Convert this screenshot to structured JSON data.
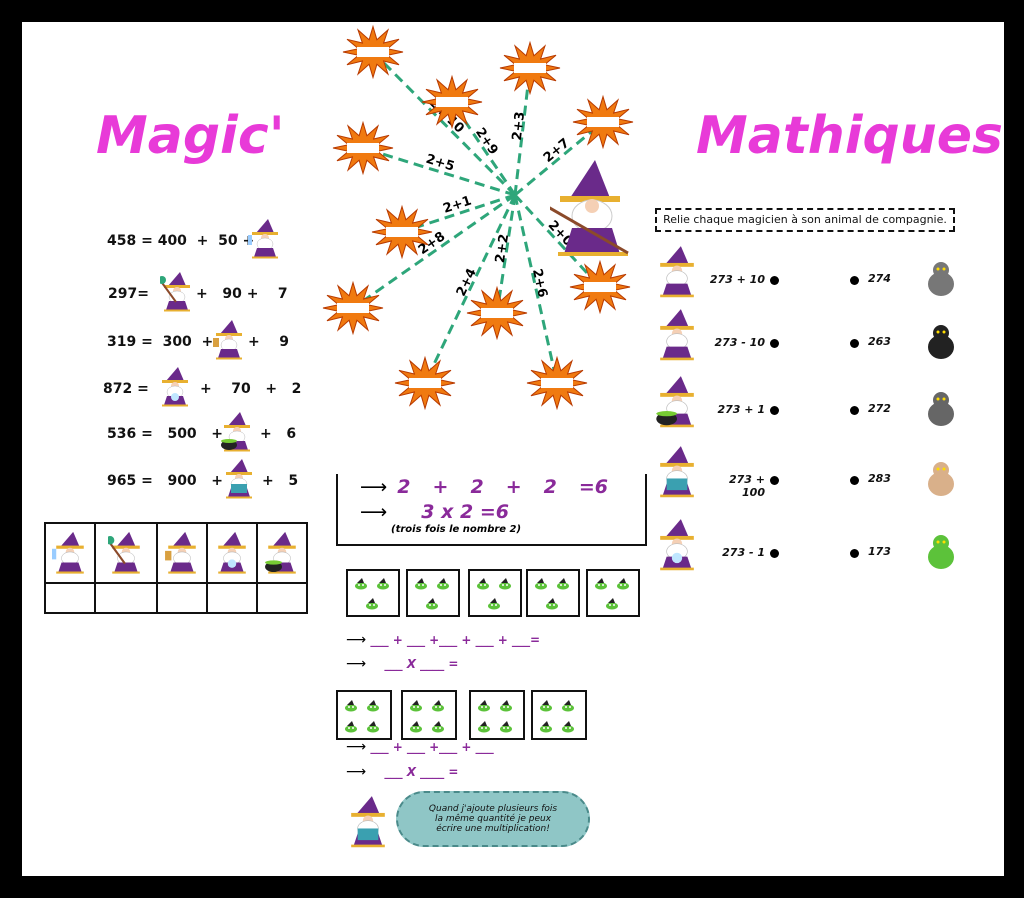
{
  "title_left": "Magic'",
  "title_right": "Mathiques",
  "decomposition": [
    {
      "text": "458 = 400  +  50 +"
    },
    {
      "text": "297=",
      "after": "+   90 +    7"
    },
    {
      "text": "319 =  300  +",
      "after": "+    9"
    },
    {
      "text": "872 =",
      "after": "+    70   +   2"
    },
    {
      "text": "536 =   500   +",
      "after": "+   6"
    },
    {
      "text": "965 =   900   +",
      "after": "+   5"
    }
  ],
  "rays": [
    {
      "label": "2+ 10"
    },
    {
      "label": "2+9"
    },
    {
      "label": "2+3"
    },
    {
      "label": "2+7"
    },
    {
      "label": "2+5"
    },
    {
      "label": "2+1"
    },
    {
      "label": "2+8"
    },
    {
      "label": "2+2"
    },
    {
      "label": "2+0"
    },
    {
      "label": "2+4"
    },
    {
      "label": "2+6"
    }
  ],
  "example": {
    "line1": [
      "2",
      "+",
      "2",
      "+",
      "2",
      "=6"
    ],
    "line2": "3 x 2  =6",
    "note": "(trois fois le nombre 2)"
  },
  "exercise1": {
    "sum": "___ + ___ +___  + ___ + ___=",
    "mult": "___  X ____  ="
  },
  "exercise2": {
    "sum": "___ + ___ +___  + ___",
    "mult": "___  X ____  ="
  },
  "bubble": [
    "Quand j'ajoute plusieurs fois",
    "la même quantité je peux",
    "écrire une multiplication!"
  ],
  "matching": {
    "instruction": "Relie chaque magicien à son animal de compagnie.",
    "left": [
      "273 + 10",
      "273 - 10",
      "273 + 1",
      "273 + 100",
      "273 - 1"
    ],
    "right": [
      "274",
      "263",
      "272",
      "283",
      "173"
    ],
    "animals": [
      "mouse-icon",
      "cat-icon",
      "owl-icon",
      "bulldog-icon",
      "frog-icon"
    ]
  },
  "colors": {
    "title": "#e83ad8",
    "purple": "#8a2a9a",
    "ray": "#2ea67a",
    "star": "#f07a10"
  }
}
